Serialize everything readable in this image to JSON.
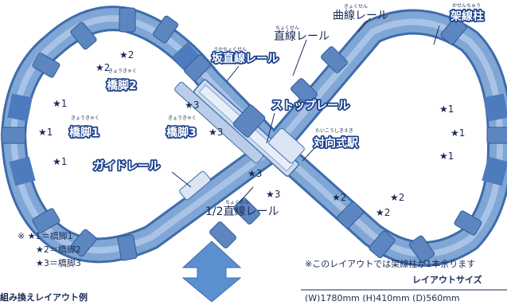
{
  "labels": {
    "curved_rail": "曲線レール",
    "curved_rail_ruby": "きょくせん",
    "pole": "架線柱",
    "pole_ruby": "かせんちゅう",
    "straight_rail": "直線レール",
    "straight_rail_ruby": "ちょくせん",
    "slope_rail": "坂直線レール",
    "slope_rail_ruby": "さかちょくせん",
    "stop_rail": "ストップレール",
    "station": "対向式駅",
    "station_ruby": "たいこうしきえき",
    "guide_rail": "ガイドレール",
    "half_rail": "1/2直線レール",
    "half_rail_ruby": "ちょくせん",
    "pier1": "橋脚1",
    "pier2": "橋脚2",
    "pier3": "橋脚3",
    "pier_ruby": "きょうきゃく"
  },
  "stars": {
    "s1": "★1",
    "s2": "★2",
    "s3": "★3"
  },
  "legend": {
    "l1": "※ ★1＝橋脚1",
    "l2": "★2＝橋脚2",
    "l3": "★3＝橋脚3"
  },
  "footer": {
    "note": "※このレイアウトでは架線柱が1本余ります",
    "layout_size_title": "レイアウトサイズ",
    "rearrange_title": "組み換えレイアウト例",
    "size_text": "(W)1780mm (H)410mm (D)560mm"
  },
  "colors": {
    "rail_fill": "#7fa6d4",
    "rail_dark": "#3e6cab",
    "pier": "#5d86c1",
    "label_outline": "#1a3f8c",
    "arrow": "#5b8fd0"
  }
}
